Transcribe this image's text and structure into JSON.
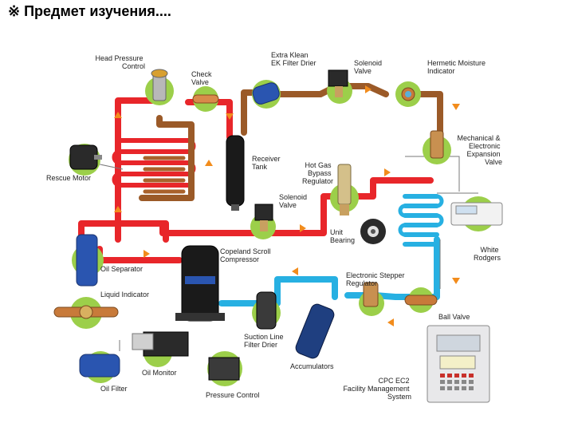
{
  "page": {
    "title": "※ Предмет изучения...."
  },
  "colors": {
    "hot_line": "#e8262a",
    "liquid_line": "#9b5a28",
    "suction_line": "#27b0e2",
    "component_bg": "#9ccf4a",
    "arrow": "#f28c1c",
    "connector": "#7a7a7a"
  },
  "labels": {
    "head_pressure_control": [
      "Head Pressure",
      "Control"
    ],
    "check_valve": [
      "Check",
      "Valve"
    ],
    "extra_klean": [
      "Extra Klean",
      "EK Filter Drier"
    ],
    "solenoid_valve_top": [
      "Solenoid",
      "Valve"
    ],
    "hermetic_moisture": [
      "Hermetic Moisture",
      "Indicator"
    ],
    "mech_expansion_valve": [
      "Mechanical &",
      "Electronic",
      "Expansion",
      "Valve"
    ],
    "rescue_motor": [
      "Rescue Motor"
    ],
    "receiver_tank": [
      "Receiver",
      "Tank"
    ],
    "hot_gas_bypass": [
      "Hot Gas",
      "Bypass",
      "Regulator"
    ],
    "solenoid_valve_mid": [
      "Solenoid",
      "Valve"
    ],
    "unit_bearing": [
      "Unit",
      "Bearing"
    ],
    "copeland_scroll": [
      "Copeland Scroll",
      "Compressor"
    ],
    "oil_separator": [
      "Oil Separator"
    ],
    "white_rodgers": [
      "White",
      "Rodgers"
    ],
    "electronic_stepper": [
      "Electronic Stepper",
      "Regulator"
    ],
    "liquid_indicator": [
      "Liquid Indicator"
    ],
    "ball_valve": [
      "Ball Valve"
    ],
    "suction_line_filter": [
      "Suction Line",
      "Filter Drier"
    ],
    "oil_monitor": [
      "Oil Monitor"
    ],
    "accumulators": [
      "Accumulators"
    ],
    "oil_filter": [
      "Oil Filter"
    ],
    "pressure_control": [
      "Pressure Control"
    ],
    "cpc_ec2": [
      "CPC EC2",
      "Facility Management",
      "System"
    ]
  }
}
